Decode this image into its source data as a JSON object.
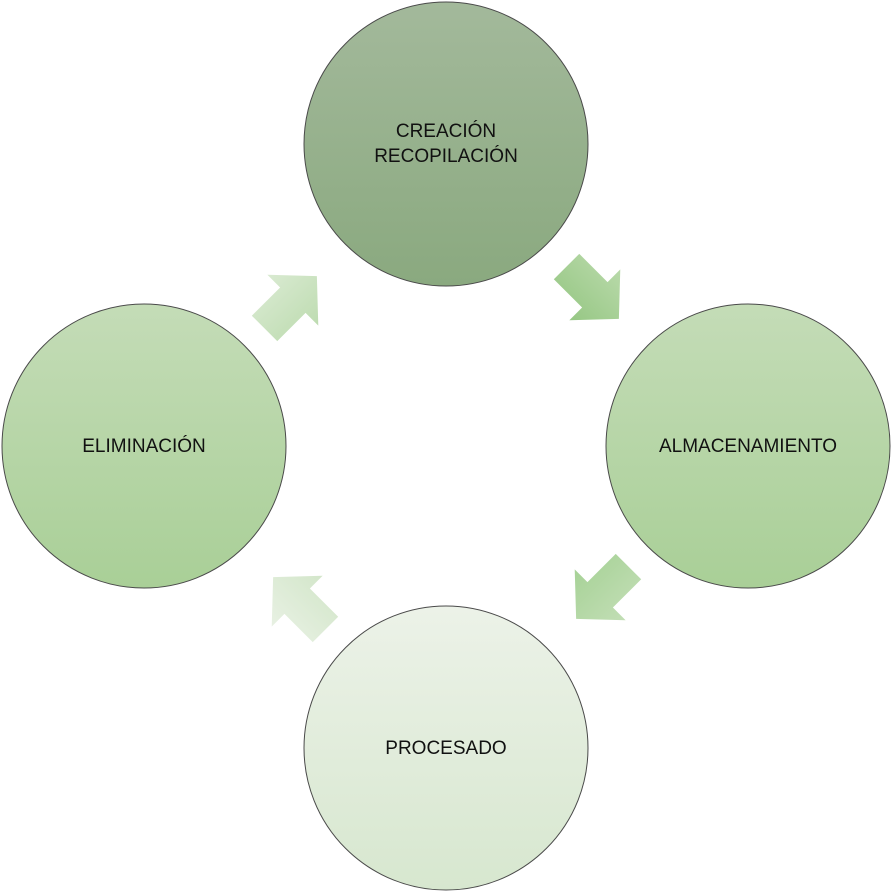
{
  "diagram": {
    "nodes": [
      {
        "id": "creacion",
        "lines": [
          "CREACIÓN",
          "RECOPILACIÓN"
        ]
      },
      {
        "id": "almacenamiento",
        "lines": [
          "ALMACENAMIENTO"
        ]
      },
      {
        "id": "procesado",
        "lines": [
          "PROCESADO"
        ]
      },
      {
        "id": "eliminacion",
        "lines": [
          "ELIMINACIÓN"
        ]
      }
    ],
    "edges": [
      {
        "from": "creacion",
        "to": "almacenamiento"
      },
      {
        "from": "almacenamiento",
        "to": "procesado"
      },
      {
        "from": "procesado",
        "to": "eliminacion"
      },
      {
        "from": "eliminacion",
        "to": "creacion"
      }
    ]
  },
  "colors": {
    "creacion_top": "#a3b99b",
    "creacion_bottom": "#8aa97f",
    "almacenamiento_top": "#c4dcb7",
    "almacenamiento_bottom": "#a9cf97",
    "procesado_top": "#ecf2e8",
    "procesado_bottom": "#d7e7cf",
    "eliminacion_top": "#c4dcb7",
    "eliminacion_bottom": "#a9cf97",
    "outline": "#4a4a4a",
    "arrow_1_top": "#b8d9a9",
    "arrow_1_bottom": "#96c784",
    "arrow_2_top": "#c2deb5",
    "arrow_2_bottom": "#a7d297",
    "arrow_3_top": "#e8f1e3",
    "arrow_3_bottom": "#d3e6ca",
    "arrow_4_top": "#d9ead1",
    "arrow_4_bottom": "#bedcb1"
  }
}
